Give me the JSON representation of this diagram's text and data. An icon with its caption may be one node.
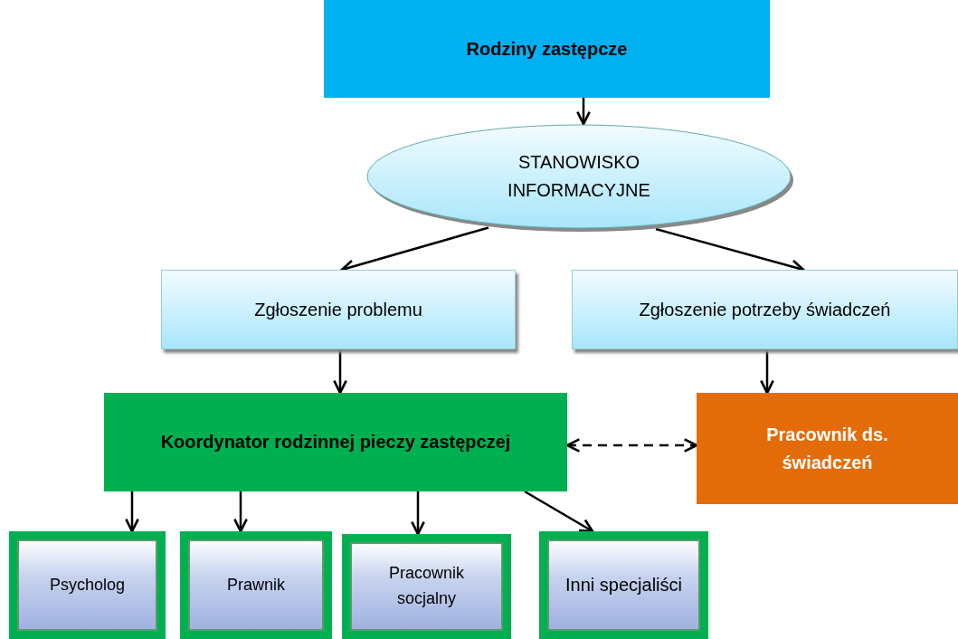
{
  "diagram": {
    "nodes": [
      {
        "text": [
          "Rodziny zastępcze"
        ]
      },
      {
        "text": [
          "STANOWISKO INFORMACYJNE"
        ]
      },
      {
        "text": [
          "Zgłoszenie problemu"
        ]
      },
      {
        "text": [
          "Zgłoszenie potrzeby świadczeń"
        ]
      },
      {
        "text": [
          "Koordynator rodzinnej pieczy zastępczej"
        ]
      },
      {
        "text": [
          "Pracownik ds. świadczeń"
        ]
      },
      {
        "text": [
          "Psycholog"
        ]
      },
      {
        "text": [
          "Prawnik"
        ]
      },
      {
        "text": [
          "Pracownik socjalny"
        ]
      },
      {
        "text": [
          "Inni specjaliści"
        ]
      }
    ],
    "edges": [
      {
        "from": 0,
        "to": 1,
        "arrow": "to"
      },
      {
        "from": 1,
        "to": 2,
        "arrow": "to"
      },
      {
        "from": 1,
        "to": 3,
        "arrow": "to"
      },
      {
        "from": 2,
        "to": 4,
        "arrow": "to"
      },
      {
        "from": 3,
        "to": 5,
        "arrow": "to"
      },
      {
        "from": 4,
        "to": 5,
        "arrow": "both",
        "style": "dashed"
      },
      {
        "from": 4,
        "to": 6,
        "arrow": "to"
      },
      {
        "from": 4,
        "to": 7,
        "arrow": "to"
      },
      {
        "from": 4,
        "to": 8,
        "arrow": "to"
      },
      {
        "from": 4,
        "to": 9,
        "arrow": "to"
      }
    ]
  }
}
